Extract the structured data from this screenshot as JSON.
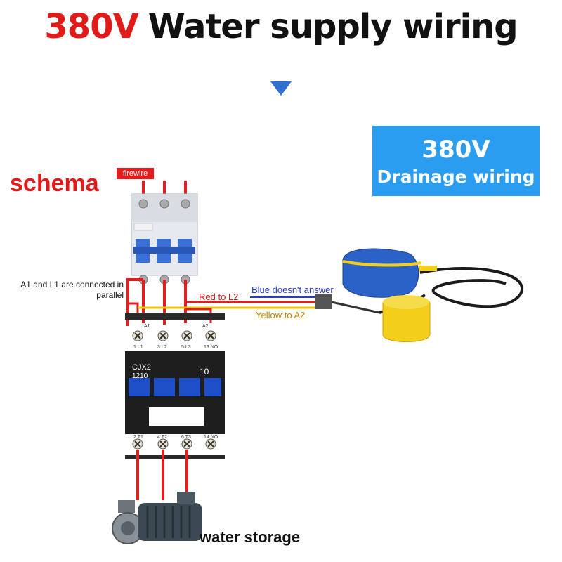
{
  "header": {
    "voltage": "380V",
    "title": "Water supply wiring"
  },
  "badge": {
    "voltage": "380V",
    "subtitle": "Drainage wiring"
  },
  "diagram": {
    "schema_label": "schema",
    "firewire_label": "firewire",
    "parallel_note": "A1 and L1 are connected in parallel",
    "red_note": "Red to L2",
    "blue_note": "Blue doesn't answer",
    "yellow_note": "Yellow to A2",
    "storage_label": "water storage",
    "contactor_model": "CJX2",
    "contactor_rating": "1210",
    "contactor_contact": "10",
    "top_terminals": [
      "1 L1",
      "3 L2",
      "5 L3",
      "13 NO"
    ],
    "top_coil_labels": [
      "A1",
      "A2"
    ],
    "bottom_terminals": [
      "2 T1",
      "4 T2",
      "6 T3",
      "14 NO"
    ],
    "colors": {
      "accent_red": "#e11a1a",
      "badge_blue": "#2a9df0",
      "wire_red": "#e02020",
      "wire_yellow": "#f2c300",
      "wire_blue": "#2a3fbf",
      "float_blue": "#2a62c8",
      "float_yellow": "#f3cf1c"
    }
  }
}
